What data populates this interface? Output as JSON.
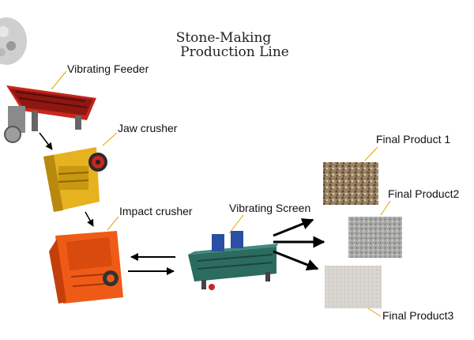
{
  "title": {
    "line1": "Stone-Making",
    "line2": "Production Line"
  },
  "machines": [
    {
      "key": "feeder",
      "label": "Vibrating Feeder"
    },
    {
      "key": "jaw",
      "label": "Jaw crusher"
    },
    {
      "key": "impact",
      "label": "Impact crusher"
    },
    {
      "key": "screen",
      "label": "Vibrating Screen"
    }
  ],
  "products": [
    {
      "label": "Final Product 1"
    },
    {
      "label": "Final Product2"
    },
    {
      "label": "Final Product3"
    }
  ],
  "colors": {
    "feeder_red": "#c8261e",
    "jaw_yellow": "#e7b21f",
    "impact_orange": "#ef5b16",
    "screen_teal": "#2c6b60",
    "motor_blue": "#2a4fa3",
    "product1": "#9b8466",
    "product2": "#a9aaa8",
    "product3": "#d8d4cf"
  }
}
